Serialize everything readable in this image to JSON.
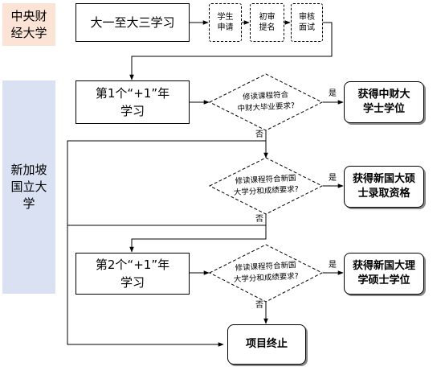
{
  "sides": {
    "cufe": "中央财\n经大学",
    "nus": "新加坡\n国立大\n学"
  },
  "steps": {
    "undergrad": "大一至大三学习",
    "apply": "学生\n申请",
    "screen": "初审\n提名",
    "interview": "审核\n面试",
    "year1": "第1个“+1”年\n学习",
    "year2": "第2个“+1”年\n学习"
  },
  "decisions": {
    "d1": "修读课程符合\n中财大毕业要求?",
    "d2": "修读课程符合新国\n大学分和成绩要求?",
    "d3": "修读课程符合新国\n大学分和成绩要求?"
  },
  "results": {
    "r1": "获得中财大\n学士学位",
    "r2": "获得新国大硕\n士录取资格",
    "r3": "获得新国大理\n学硕士学位",
    "end": "项目终止"
  },
  "labels": {
    "yes": "是",
    "no": "否"
  }
}
